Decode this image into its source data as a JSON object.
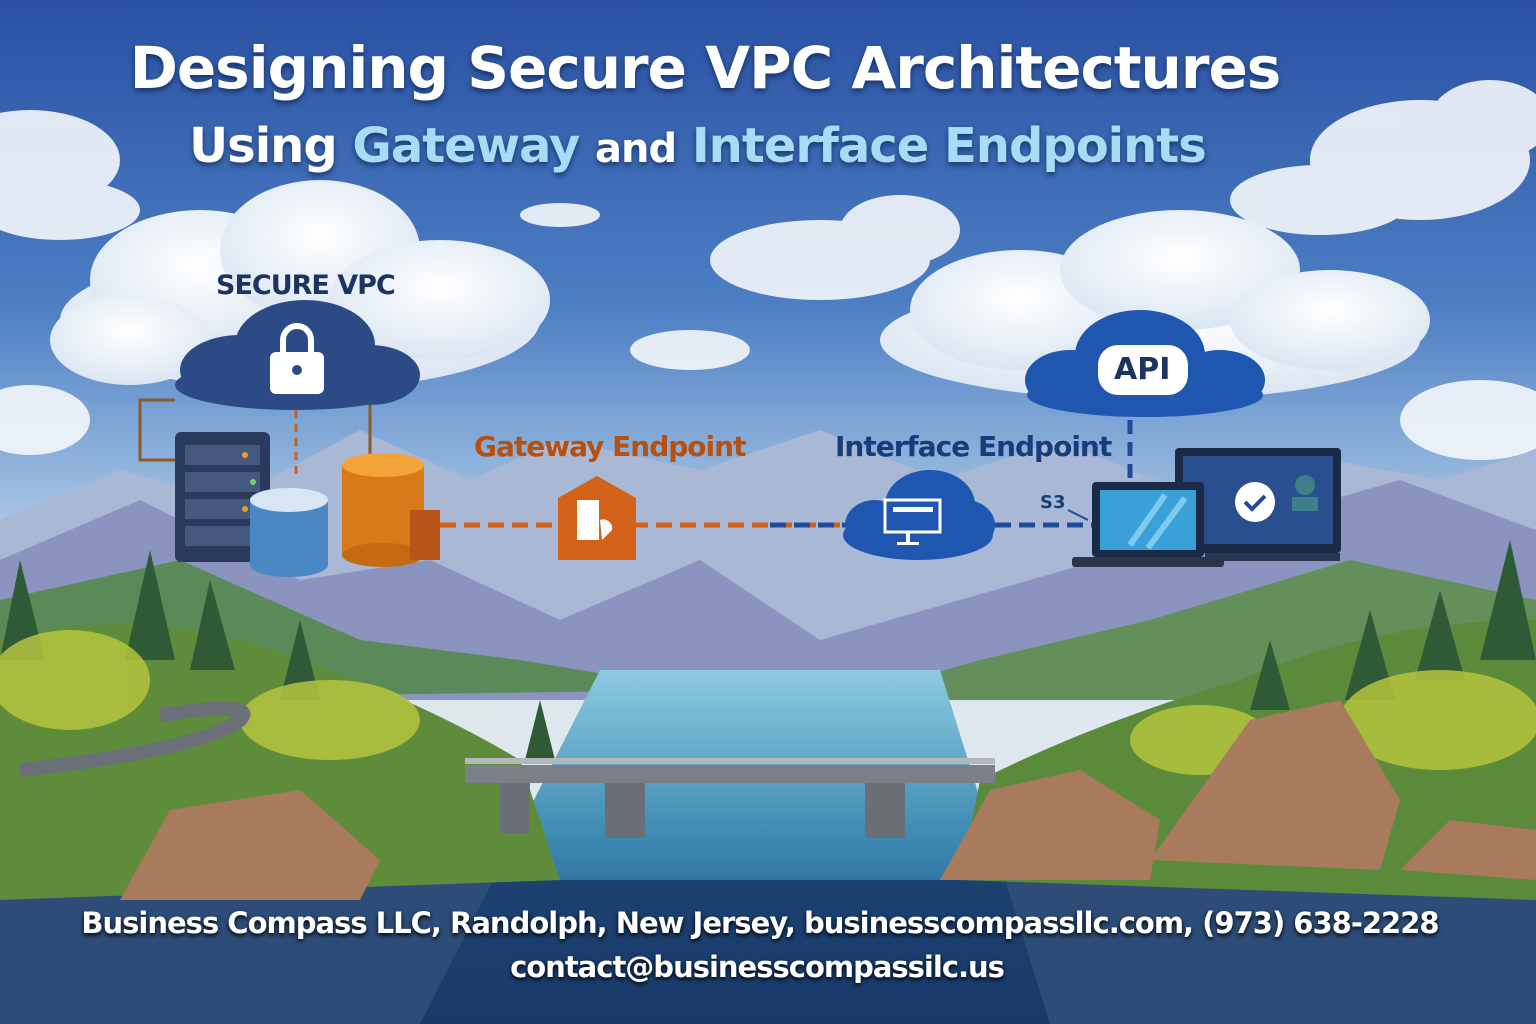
{
  "title": "Designing Secure VPC Architectures",
  "subtitle": {
    "prefix": "Using",
    "gateway": "Gateway",
    "and": "and",
    "interface": "Interface Endpoints"
  },
  "diagram": {
    "vpc_label": "SECURE VPC",
    "api_label": "API",
    "gateway_label": "Gateway Endpoint",
    "interface_label": "Interface Endpoint",
    "s3_label": "S3"
  },
  "footer": {
    "line1": "Business Compass LLC, Randolph, New Jersey, businesscompassllc.com, (973) 638-2228",
    "line2": "contact@businesscompassilc.us"
  },
  "colors": {
    "gateway": "#d2611a",
    "interface": "#1e56b0",
    "highlight": "#a8dcf6"
  }
}
